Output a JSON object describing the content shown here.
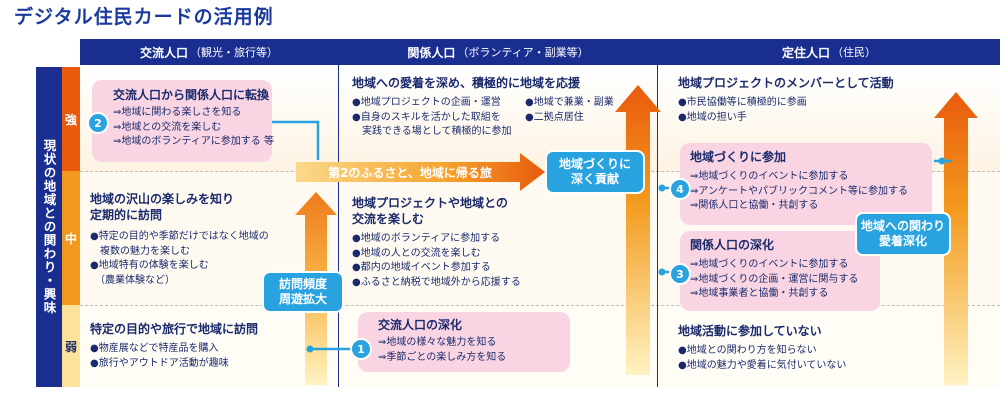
{
  "title": "デジタル住民カードの活用例",
  "columns": [
    {
      "label": "交流人口",
      "sub": "（観光・旅行等）"
    },
    {
      "label": "関係人口",
      "sub": "（ボランティア・副業等）"
    },
    {
      "label": "定住人口",
      "sub": "（住民）"
    }
  ],
  "row_label": "現状の地域との関わり・興味",
  "levels": {
    "strong": "強",
    "mid": "中",
    "weak": "弱"
  },
  "col1": {
    "strong_box": {
      "num": "2",
      "title": "交流人口から関係人口に転換",
      "items": [
        "⇒地域に関わる楽しさを知る",
        "⇒地域との交流を楽しむ",
        "⇒地域のボランティアに参加する 等"
      ]
    },
    "mid": {
      "title1": "地域の沢山の楽しみを知り",
      "title2": "定期的に訪問",
      "items": [
        "●特定の目的や季節だけではなく地域の",
        "　複数の魅力を楽しむ",
        "●地域特有の体験を楽しむ",
        "　（農業体験など）"
      ]
    },
    "weak": {
      "title": "特定の目的や旅行で地域に訪問",
      "items": [
        "●物産展などで特産品を購入",
        "●旅行やアウトドア活動が趣味"
      ]
    },
    "arrow_label1": "訪問頻度",
    "arrow_label2": "周遊拡大"
  },
  "col2": {
    "strong": {
      "title": "地域への愛着を深め、積極的に地域を応援",
      "items_left": [
        "●地域プロジェクトの企画・運営",
        "●自身のスキルを活かした取組を",
        "　実践できる場として積極的に参加"
      ],
      "items_right": [
        "●地域で兼業・副業",
        "●二拠点居住"
      ]
    },
    "mid": {
      "title1": "地域プロジェクトや地域との",
      "title2": "交流を楽しむ",
      "items": [
        "●地域のボランティアに参加する",
        "●地域の人との交流を楽しむ",
        "●都内の地域イベント参加する",
        "●ふるさと納税で地域外から応援する"
      ]
    },
    "weak_box": {
      "num": "1",
      "title": "交流人口の深化",
      "items": [
        "⇒地域の様々な魅力を知る",
        "⇒季節ごとの楽しみ方を知る"
      ]
    },
    "arrow_label1": "地域づくりに",
    "arrow_label2": "深く貢献"
  },
  "journey_arrow": "第2のふるさと、地域に帰る旅",
  "col3": {
    "strong": {
      "title": "地域プロジェクトのメンバーとして活動",
      "items": [
        "●市民協働等に積極的に参画",
        "●地域の担い手"
      ]
    },
    "box4": {
      "num": "4",
      "title": "地域づくりに参加",
      "items": [
        "⇒地域づくりのイベントに参加する",
        "⇒アンケートやパブリックコメント等に参加する",
        "⇒関係人口と協働・共創する"
      ]
    },
    "box3": {
      "num": "3",
      "title": "関係人口の深化",
      "items": [
        "⇒地域づくりのイベントに参加する",
        "⇒地域づくりの企画・運営に関与する",
        "⇒地域事業者と協働・共創する"
      ]
    },
    "weak": {
      "title": "地域活動に参加していない",
      "items": [
        "●地域との関わり方を知らない",
        "●地域の魅力や愛着に気付いていない"
      ]
    },
    "arrow_label1": "地域への関わり",
    "arrow_label2": "愛着深化"
  },
  "colors": {
    "navy": "#1a2e8f",
    "orange": "#e95a0c",
    "light_orange": "#f39a1e",
    "pale_yellow": "#fbe39c",
    "pink": "#f9d5e3",
    "blue": "#29a3e0"
  }
}
